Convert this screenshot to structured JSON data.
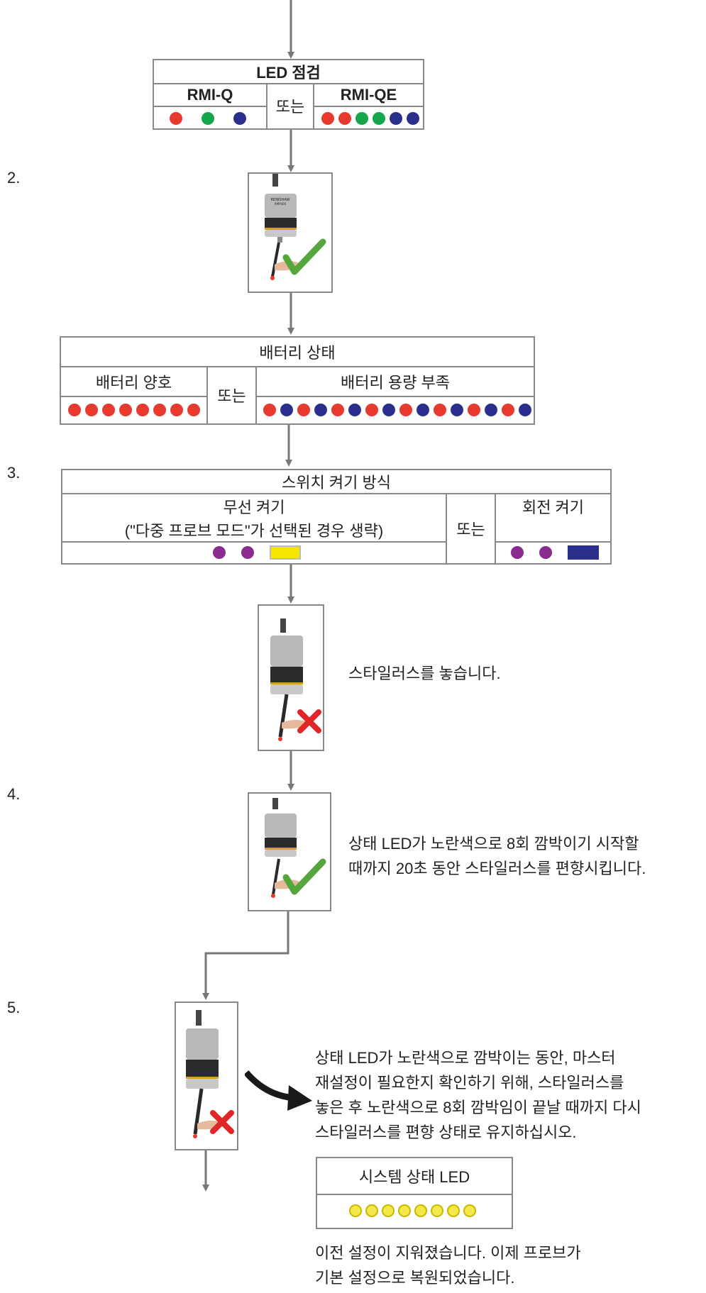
{
  "colors": {
    "red": "#e8392f",
    "green": "#14a64a",
    "blue": "#2a2e8c",
    "purple": "#8a2b8f",
    "yellow": "#f5e600",
    "yellow_dot": "#f3e84a",
    "border": "#888888",
    "arrow": "#777777"
  },
  "led_check": {
    "title": "LED 점검",
    "rmi_q": {
      "label": "RMI-Q",
      "dots": [
        "red",
        "green",
        "blue"
      ]
    },
    "or_label": "또는",
    "rmi_qe": {
      "label": "RMI-QE",
      "dots": [
        "red",
        "red",
        "green",
        "green",
        "blue",
        "blue"
      ]
    }
  },
  "steps": {
    "s2": "2.",
    "s3": "3.",
    "s4": "4.",
    "s5": "5."
  },
  "battery": {
    "title": "배터리 상태",
    "good": {
      "label": "배터리 양호",
      "dots": [
        "red",
        "red",
        "red",
        "red",
        "red",
        "red",
        "red",
        "red"
      ]
    },
    "or_label": "또는",
    "low": {
      "label": "배터리 용량 부족",
      "dots": [
        "red",
        "blue",
        "red",
        "blue",
        "red",
        "blue",
        "red",
        "blue",
        "red",
        "blue",
        "red",
        "blue",
        "red",
        "blue",
        "red",
        "blue"
      ]
    }
  },
  "switch_on": {
    "title": "스위치 켜기 방식",
    "radio": {
      "label": "무선 켜기",
      "note": "(\"다중 프로브 모드\"가 선택된 경우 생략)",
      "dots": [
        "purple",
        "purple"
      ],
      "bar": "yellow"
    },
    "or_label": "또는",
    "spin": {
      "label": "회전 켜기",
      "dots": [
        "purple",
        "purple"
      ],
      "bar": "blue"
    }
  },
  "probe": {
    "brand": "RENISHAW",
    "model": "RMP400"
  },
  "text_release": "스타일러스를 놓습니다.",
  "text_deflect": [
    "상태 LED가 노란색으로 8회 깜박이기 시작할",
    "때까지 20초 동안 스타일러스를 편향시킵니다."
  ],
  "text_master": [
    "상태 LED가 노란색으로 깜박이는 동안, 마스터",
    "재설정이 필요한지 확인하기 위해, 스타일러스를",
    "놓은 후 노란색으로 8회 깜박임이 끝날 때까지 다시",
    "스타일러스를 편향 상태로 유지하십시오."
  ],
  "system_led": {
    "title": "시스템 상태 LED",
    "dots": [
      "yellow_dot",
      "yellow_dot",
      "yellow_dot",
      "yellow_dot",
      "yellow_dot",
      "yellow_dot",
      "yellow_dot",
      "yellow_dot"
    ]
  },
  "text_reset": [
    "이전 설정이 지워졌습니다. 이제 프로브가",
    "기본 설정으로 복원되었습니다."
  ]
}
